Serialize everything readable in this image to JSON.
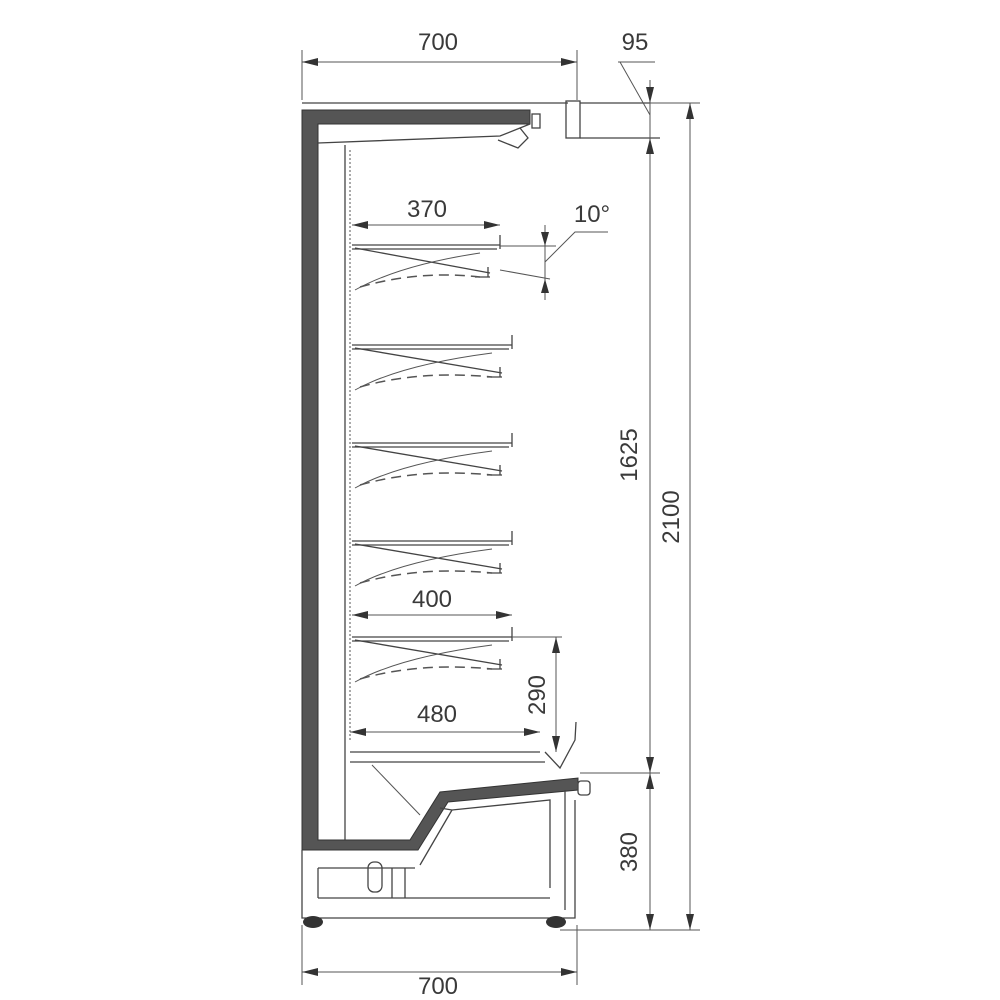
{
  "drawing": {
    "title": "Refrigerated multideck side elevation",
    "dimensions": {
      "top_width": "700",
      "canopy_depth": "95",
      "shelf_top_depth": "370",
      "shelf_angle": "10°",
      "shelf_depth": "400",
      "base_deck_depth": "480",
      "shelf_clearance": "290",
      "display_height": "1625",
      "total_height": "2100",
      "base_height": "380",
      "bottom_width": "700"
    },
    "shelf_count": 5
  }
}
